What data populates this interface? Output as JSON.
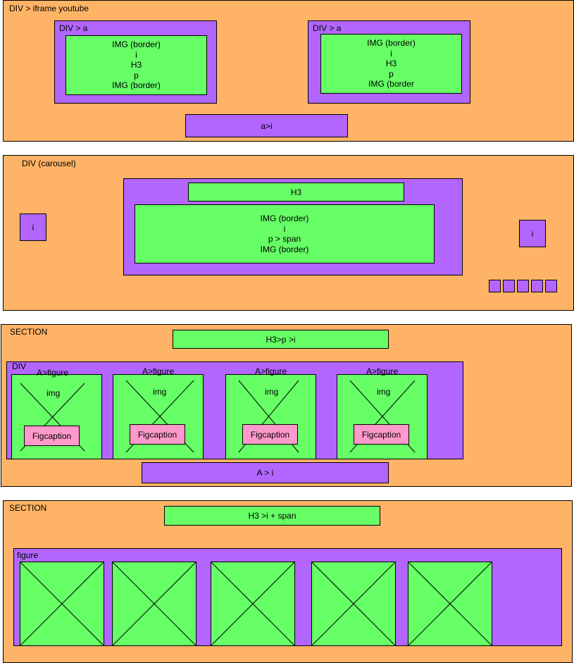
{
  "section1": {
    "title": "DIV > iframe youtube",
    "links": [
      {
        "label": "DIV > a",
        "lines": [
          "IMG (border)",
          "i",
          "H3",
          "p",
          "IMG (border)"
        ]
      },
      {
        "label": "DIV > a",
        "lines": [
          "IMG (border)",
          "i",
          "H3",
          "p",
          "IMG (border"
        ]
      }
    ],
    "footer": "a>i"
  },
  "section2": {
    "title": "DIV (carousel)",
    "heading": "H3",
    "content": [
      "IMG (border)",
      "i",
      "p > span",
      "IMG (border)"
    ],
    "left_icon": "i",
    "right_icon": "i",
    "dots_count": 5
  },
  "section3": {
    "title": "SECTION",
    "heading": "H3>p >i",
    "div_label": "DIV",
    "figures": [
      {
        "label": "A>figure",
        "img": "img",
        "caption": "Figcaption"
      },
      {
        "label": "A>figure",
        "img": "img",
        "caption": "Figcaption"
      },
      {
        "label": "A>figure",
        "img": "img",
        "caption": "Figcaption"
      },
      {
        "label": "A>figure",
        "img": "img",
        "caption": "Figcaption"
      }
    ],
    "footer": "A > i"
  },
  "section4": {
    "title": "SECTION",
    "heading": "H3 >i + span",
    "figure_label": "figure",
    "image_count": 5
  },
  "colors": {
    "container": "#ffb366",
    "wrapper": "#b266ff",
    "element": "#66ff66",
    "caption": "#ff99cc"
  }
}
